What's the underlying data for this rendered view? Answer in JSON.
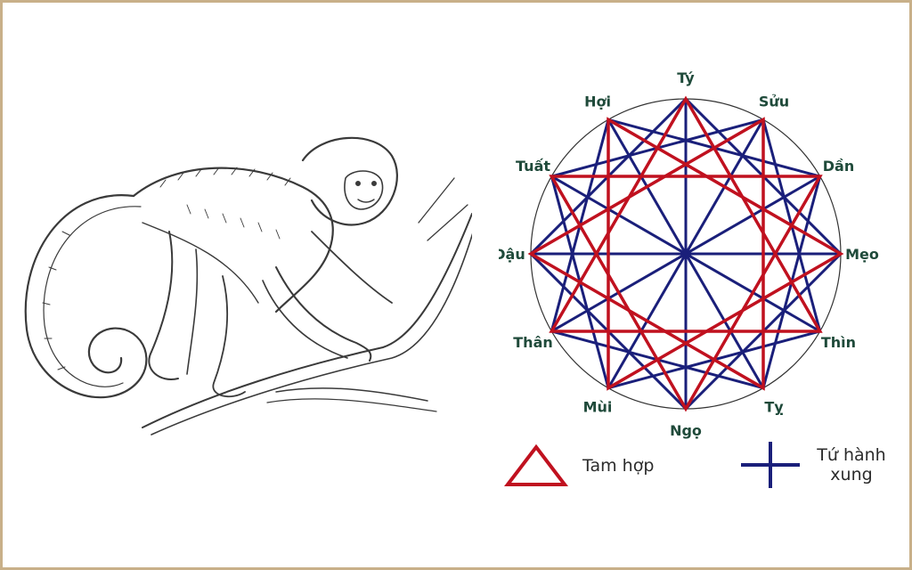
{
  "zodiac": {
    "labels": [
      "Tý",
      "Sửu",
      "Dần",
      "Mẹo",
      "Thìn",
      "Tỵ",
      "Ngọ",
      "Mùi",
      "Thân",
      "Dậu",
      "Tuất",
      "Hợi"
    ],
    "triangle_color": "#c0111f",
    "cross_color": "#1a1f7a",
    "circle_color": "#333333",
    "label_color": "#1f4a3a"
  },
  "legend": {
    "triangle_label": "Tam hợp",
    "cross_label_line1": "Tứ hành",
    "cross_label_line2": "xung"
  },
  "frame": {
    "border_color": "#c8b089"
  }
}
